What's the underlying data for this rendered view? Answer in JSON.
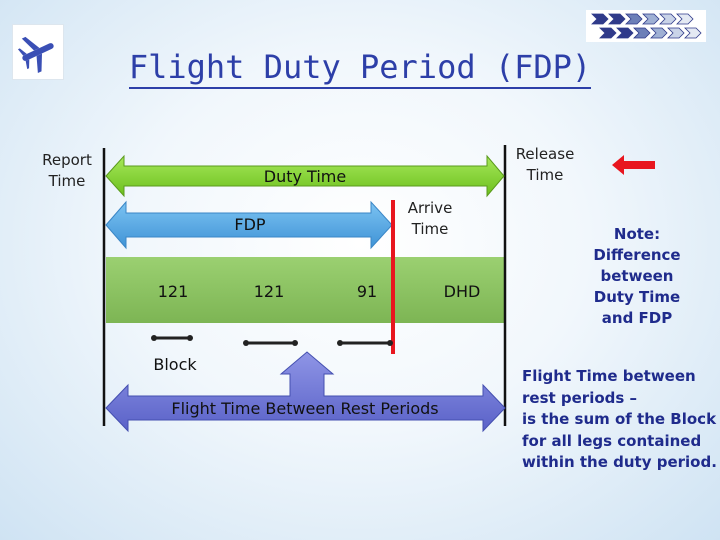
{
  "title": "Flight Duty Period (FDP)",
  "labels": {
    "report_time": "Report\nTime",
    "release_time": "Release\nTime",
    "duty_time": "Duty Time",
    "fdp": "FDP",
    "arrive_time": "Arrive\nTime",
    "block": "Block",
    "flight_time_between": "Flight Time Between Rest Periods"
  },
  "legs": [
    "121",
    "121",
    "91",
    "DHD"
  ],
  "note": "Note:\nDifference\nbetween\nDuty Time\nand FDP",
  "definition": {
    "heading": "Flight Time between\nrest periods –",
    "body": "is the sum of the Block\nfor all legs contained\nwithin the duty period."
  },
  "icons": [
    "airplane-icon",
    "chevron-arrows-logo"
  ],
  "colors": {
    "title": "#2d3fa8",
    "duty_arrow": "#7ed321",
    "fdp_arrow": "#4da7e8",
    "band": "#8bc363",
    "arrive_line": "#e8161f",
    "rest_arrow": "#7078d6",
    "note_text": "#1f2b8c"
  }
}
